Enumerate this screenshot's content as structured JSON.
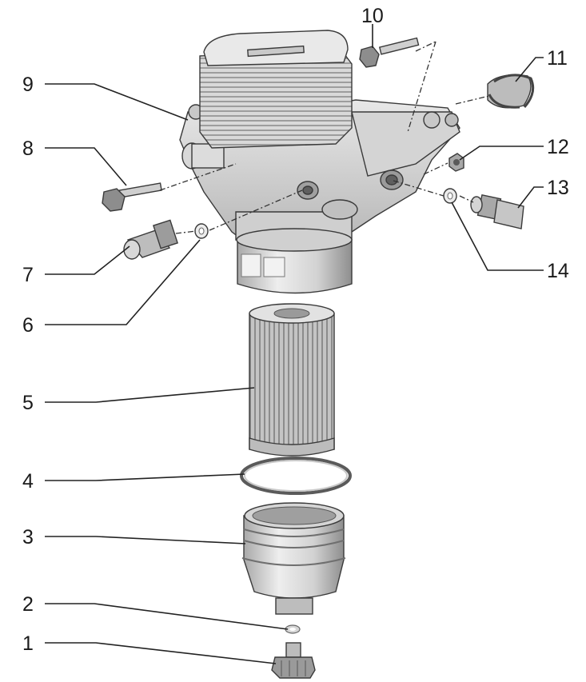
{
  "callouts": [
    {
      "id": "1",
      "text": "1"
    },
    {
      "id": "2",
      "text": "2"
    },
    {
      "id": "3",
      "text": "3"
    },
    {
      "id": "4",
      "text": "4"
    },
    {
      "id": "5",
      "text": "5"
    },
    {
      "id": "6",
      "text": "6"
    },
    {
      "id": "7",
      "text": "7"
    },
    {
      "id": "8",
      "text": "8"
    },
    {
      "id": "9",
      "text": "9"
    },
    {
      "id": "10",
      "text": "10"
    },
    {
      "id": "11",
      "text": "11"
    },
    {
      "id": "12",
      "text": "12"
    },
    {
      "id": "13",
      "text": "13"
    },
    {
      "id": "14",
      "text": "14"
    }
  ],
  "colors": {
    "ink": "#222222",
    "metal_light": "#e6e6e6",
    "metal_mid": "#bdbdbd",
    "metal_dark": "#8a8a8a",
    "filter_pleat": "#9a9a9a"
  }
}
